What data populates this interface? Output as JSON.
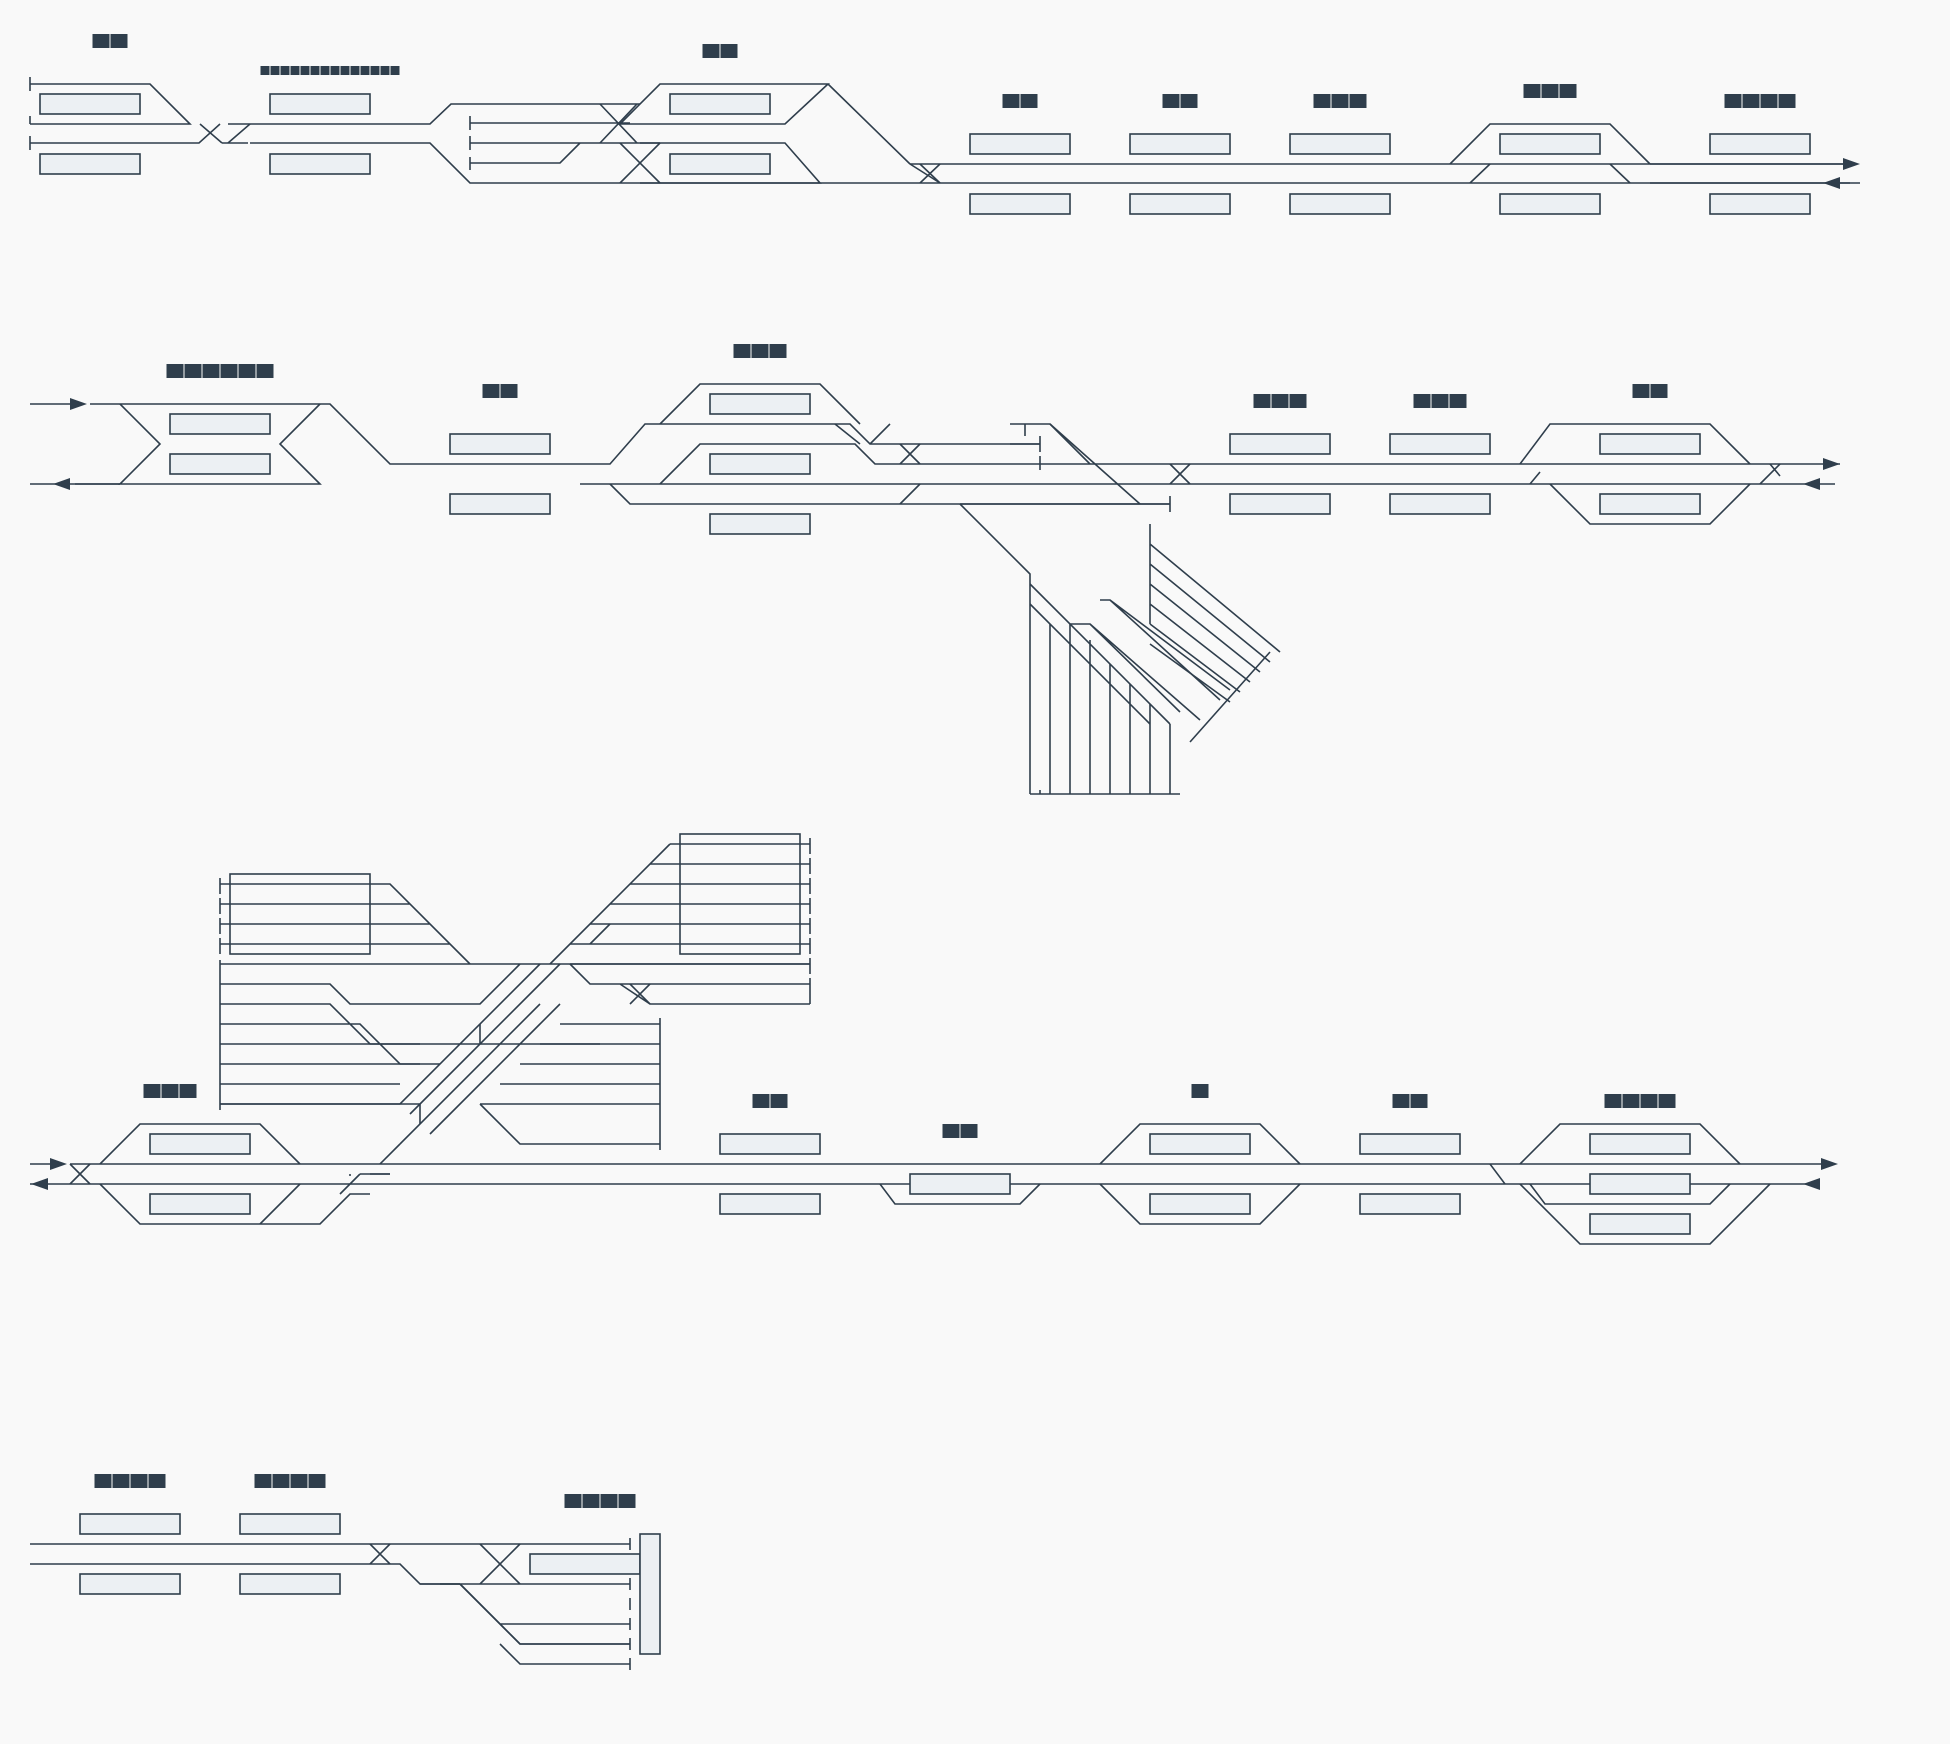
{
  "colors": {
    "background": "#f9f9f9",
    "track": "#2f3e4c",
    "platform": "#ecf0f3",
    "label": "#2f3e4c"
  },
  "lines": [
    {
      "id": "line-1",
      "stations": [
        {
          "id": "l1-s1",
          "chars": 2
        },
        {
          "id": "l1-s2",
          "chars": 14
        },
        {
          "id": "l1-s3",
          "chars": 2
        },
        {
          "id": "l1-s4",
          "chars": 2
        },
        {
          "id": "l1-s5",
          "chars": 2
        },
        {
          "id": "l1-s6",
          "chars": 3
        },
        {
          "id": "l1-s7",
          "chars": 3
        },
        {
          "id": "l1-s8",
          "chars": 4
        }
      ]
    },
    {
      "id": "line-2",
      "stations": [
        {
          "id": "l2-s1",
          "chars": 6
        },
        {
          "id": "l2-s2",
          "chars": 2
        },
        {
          "id": "l2-s3",
          "chars": 3
        },
        {
          "id": "l2-s4",
          "chars": 3
        },
        {
          "id": "l2-s5",
          "chars": 3
        },
        {
          "id": "l2-s6",
          "chars": 2
        }
      ]
    },
    {
      "id": "line-3",
      "stations": [
        {
          "id": "l3-s1",
          "chars": 3
        },
        {
          "id": "l3-s2",
          "chars": 2
        },
        {
          "id": "l3-s3",
          "chars": 2
        },
        {
          "id": "l3-s4",
          "chars": 1
        },
        {
          "id": "l3-s5",
          "chars": 2
        },
        {
          "id": "l3-s6",
          "chars": 4
        }
      ]
    },
    {
      "id": "line-4",
      "stations": [
        {
          "id": "l4-s1",
          "chars": 4
        },
        {
          "id": "l4-s2",
          "chars": 4
        },
        {
          "id": "l4-s3",
          "chars": 4
        }
      ]
    }
  ]
}
